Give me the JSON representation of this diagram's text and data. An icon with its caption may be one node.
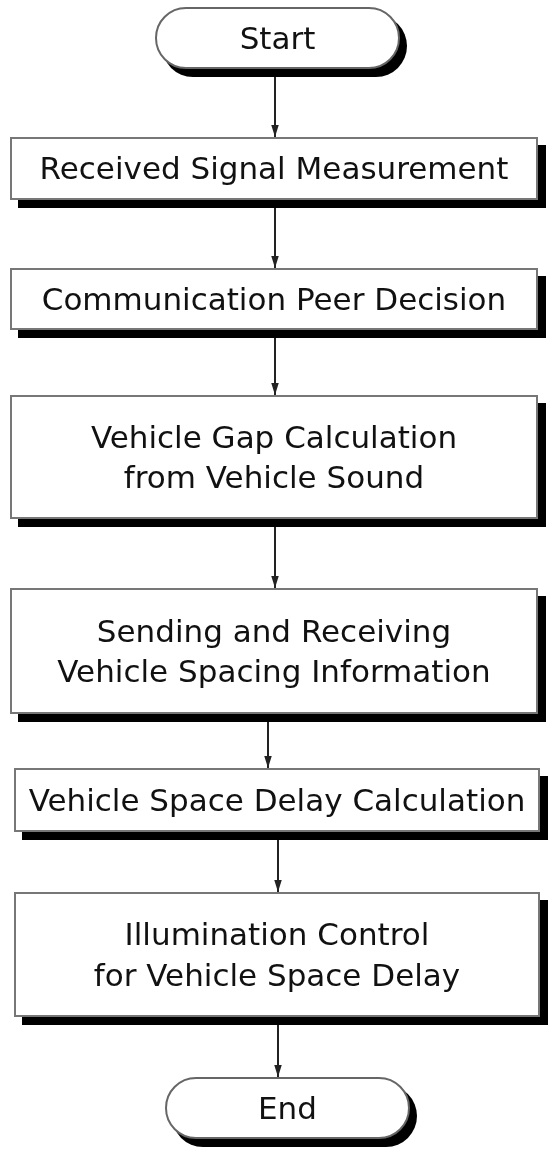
{
  "diagram": {
    "nodes": [
      {
        "text": [
          "Start"
        ]
      },
      {
        "text": [
          "Received Signal Measurement"
        ]
      },
      {
        "text": [
          "Communication Peer Decision"
        ]
      },
      {
        "text": [
          "Vehicle Gap Calculation from Vehicle Sound"
        ]
      },
      {
        "text": [
          "Sending and Receiving Vehicle Spacing Information"
        ]
      },
      {
        "text": [
          "Vehicle Space Delay Calculation"
        ]
      },
      {
        "text": [
          "Illumination Control for Vehicle Space Delay"
        ]
      },
      {
        "text": [
          "End"
        ]
      }
    ],
    "edges": [
      {
        "from": 0,
        "to": 1,
        "arrow": "to"
      },
      {
        "from": 1,
        "to": 2,
        "arrow": "to"
      },
      {
        "from": 2,
        "to": 3,
        "arrow": "to"
      },
      {
        "from": 3,
        "to": 4,
        "arrow": "to"
      },
      {
        "from": 4,
        "to": 5,
        "arrow": "to"
      },
      {
        "from": 5,
        "to": 6,
        "arrow": "to"
      },
      {
        "from": 6,
        "to": 7,
        "arrow": "to"
      }
    ]
  }
}
